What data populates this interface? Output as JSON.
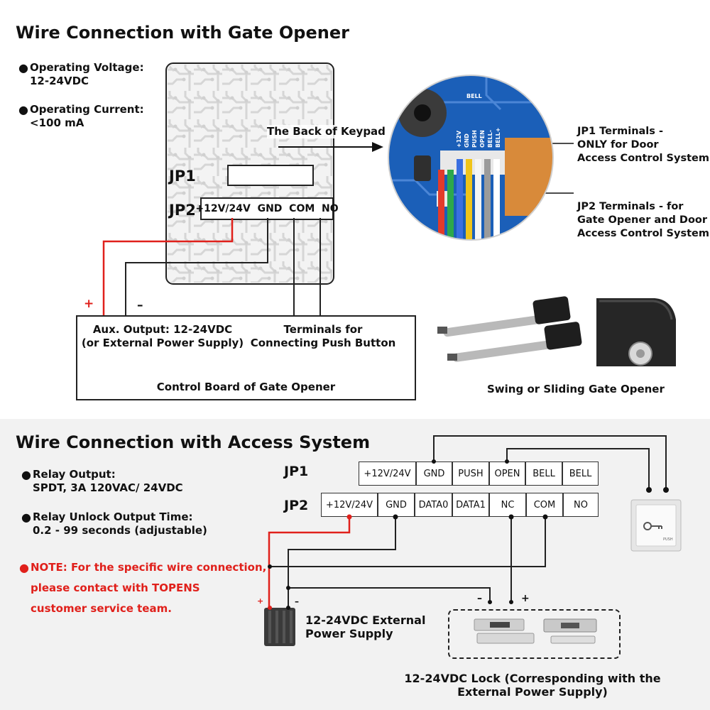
{
  "top": {
    "title": "Wire Connection with Gate Opener",
    "specs": [
      {
        "label": "Operating Voltage:",
        "value": "12-24VDC"
      },
      {
        "label": "Operating Current:",
        "value": "<100 mA"
      }
    ],
    "keypad": {
      "jp1": "JP1",
      "jp2": "JP2",
      "jp2_terminals": "+12V/24V  GND  COM  NO",
      "back_label": "The Back of Keypad"
    },
    "annotations": {
      "jp1": [
        "JP1 Terminals -",
        "ONLY for Door",
        "Access Control System"
      ],
      "jp2": [
        "JP2 Terminals - for",
        "Gate Opener and Door",
        "Access Control System"
      ]
    },
    "pcb_labels": [
      "BELL",
      "+12V",
      "GND",
      "PUSH",
      "OPEN",
      "BELL-",
      "BELL+"
    ],
    "polarity": {
      "plus": "+",
      "minus": "–"
    },
    "control_board": {
      "aux": [
        "Aux. Output: 12-24VDC",
        "(or External Power Supply)"
      ],
      "terminals": [
        "Terminals for",
        "Connecting Push Button"
      ],
      "title": "Control Board of Gate Opener"
    },
    "opener_caption": "Swing or Sliding Gate Opener"
  },
  "bottom": {
    "title": "Wire Connection with Access System",
    "specs": [
      {
        "label": "Relay Output:",
        "value": "SPDT, 3A 120VAC/ 24VDC"
      },
      {
        "label": "Relay Unlock Output Time:",
        "value": "0.2 - 99 seconds (adjustable)"
      }
    ],
    "note": [
      "NOTE: For the specific wire connection,",
      "please contact with TOPENS",
      "customer service team."
    ],
    "jp1": {
      "label": "JP1",
      "terminals": [
        "+12V/24V",
        "GND",
        "PUSH",
        "OPEN",
        "BELL",
        "BELL"
      ]
    },
    "jp2": {
      "label": "JP2",
      "terminals": [
        "+12V/24V",
        "GND",
        "DATA0",
        "DATA1",
        "NC",
        "COM",
        "NO"
      ]
    },
    "power_supply": [
      "12-24VDC External",
      "Power Supply"
    ],
    "ps_polarity": {
      "plus": "+",
      "minus": "–"
    },
    "lock_polarity": {
      "minus": "–",
      "plus": "+"
    },
    "lock_caption": [
      "12-24VDC Lock (Corresponding with the",
      "External Power Supply)"
    ],
    "button_text": "PUSH"
  },
  "colors": {
    "red_wire": "#e0201b",
    "wire": "#222222",
    "pcb_blue": "#1b5fb8",
    "note_red": "#e0201b"
  }
}
